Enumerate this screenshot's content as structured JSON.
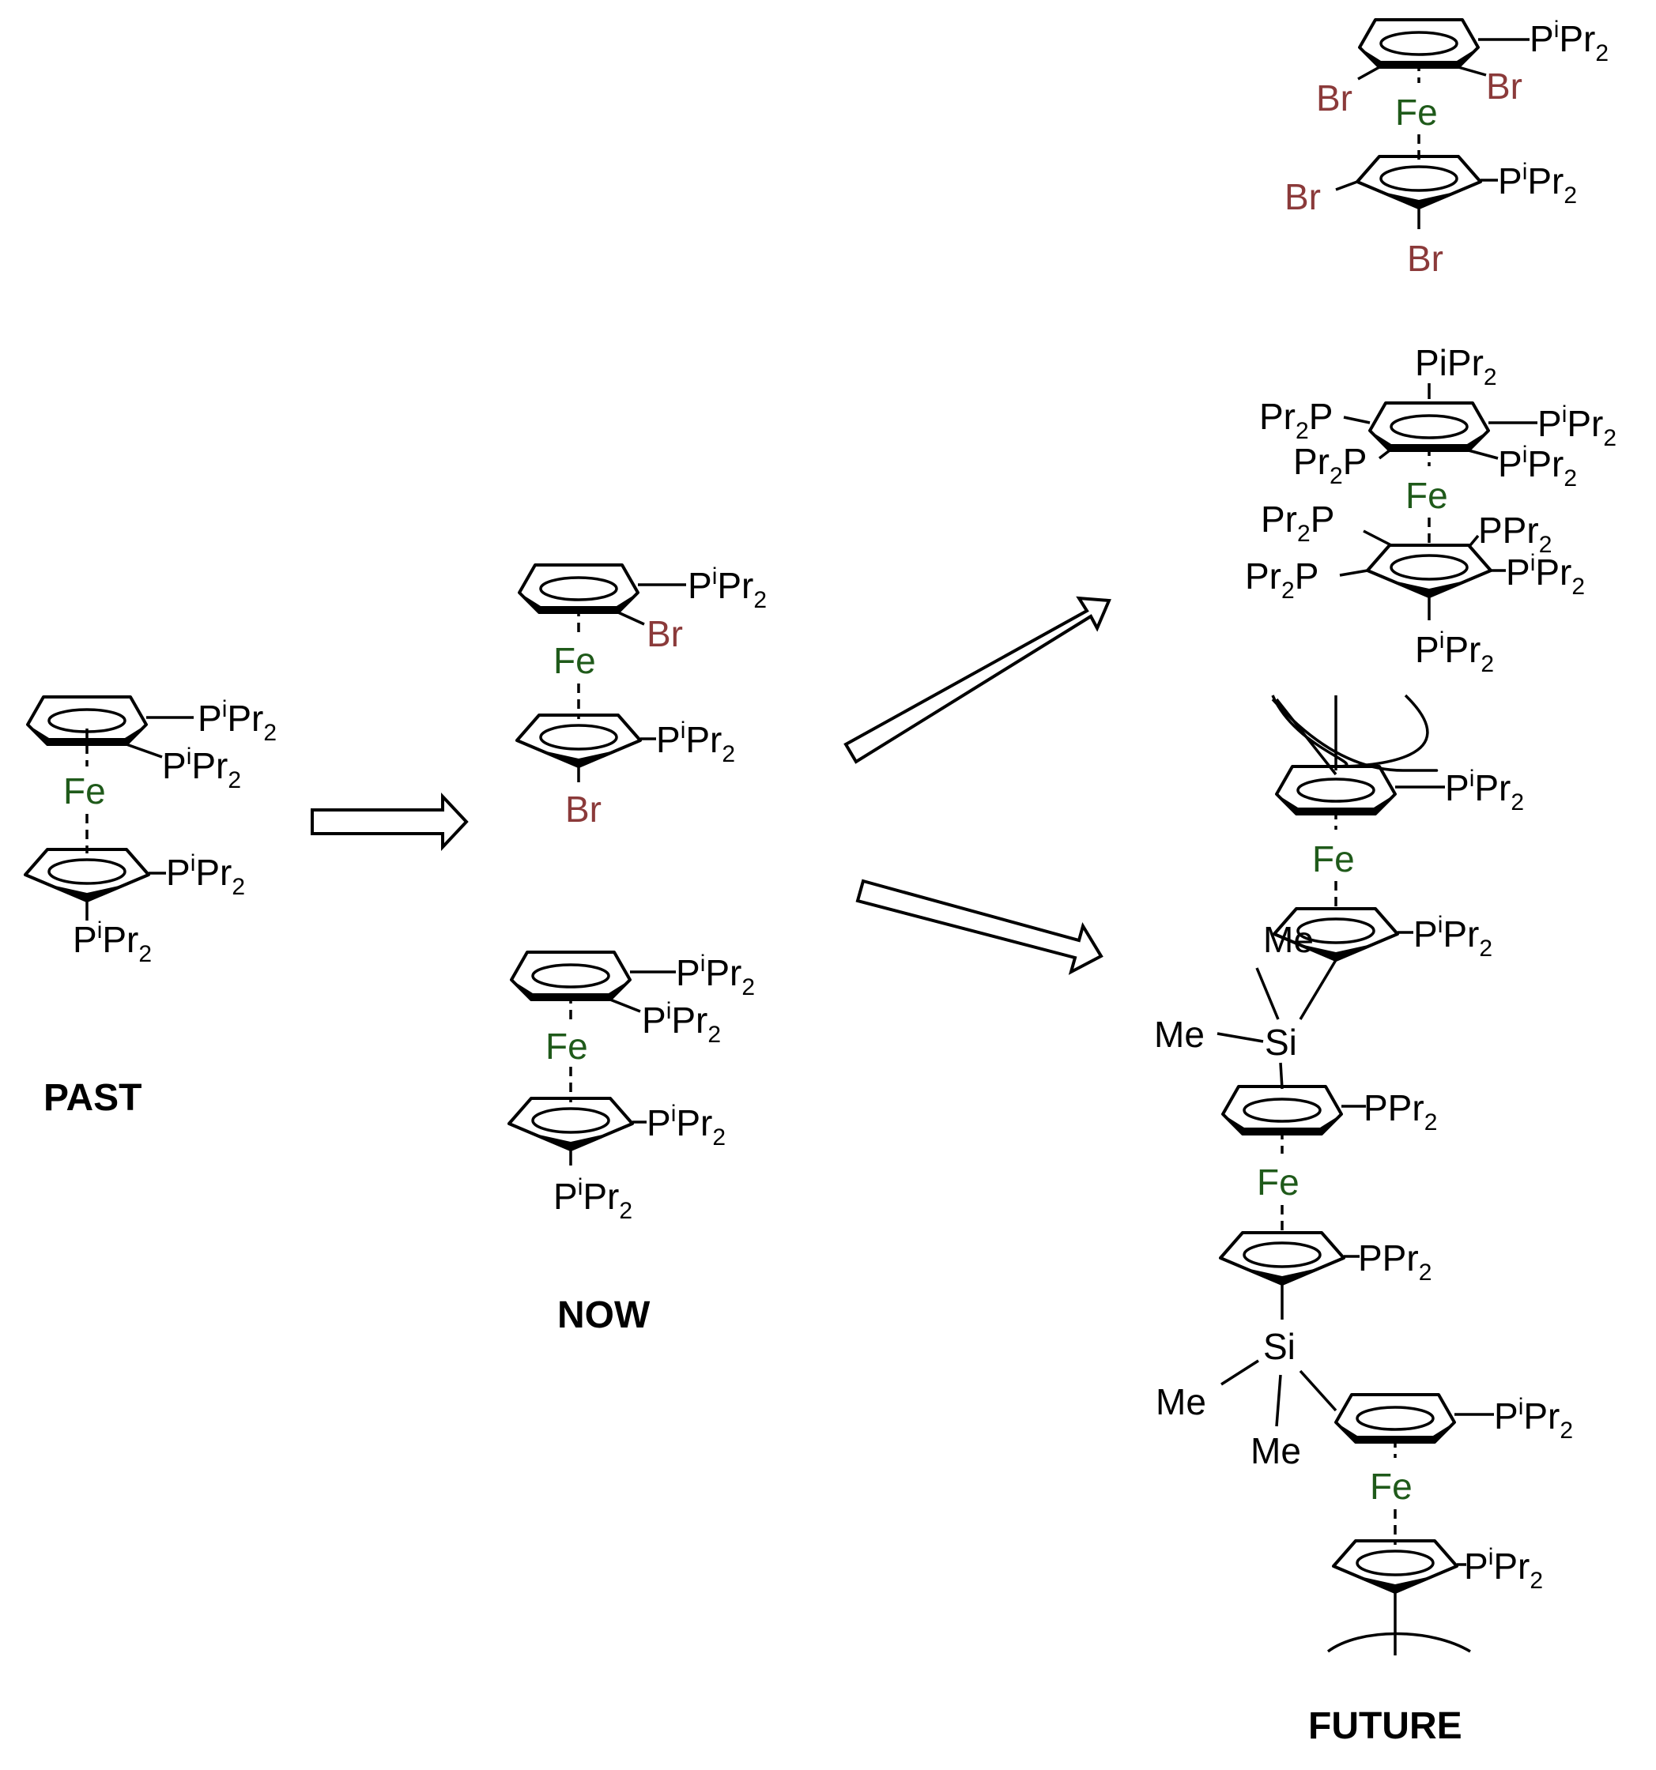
{
  "labels": {
    "past": "PAST",
    "now": "NOW",
    "future": "FUTURE",
    "fe": "Fe",
    "br": "Br",
    "me": "Me",
    "si": "Si",
    "p_ipr2": "P",
    "i_sup": "i",
    "pr": "Pr",
    "two": "2",
    "pipr2": "PiPr",
    "ppr2": "PPr",
    "pr2p_pr": "Pr",
    "pr2p_p": "P"
  },
  "colors": {
    "iron": "#1f5a1a",
    "bromine": "#8b3a3a",
    "bond": "#000000"
  },
  "arrows": [
    "past-to-now",
    "now-to-future-upper",
    "now-to-future-lower"
  ]
}
